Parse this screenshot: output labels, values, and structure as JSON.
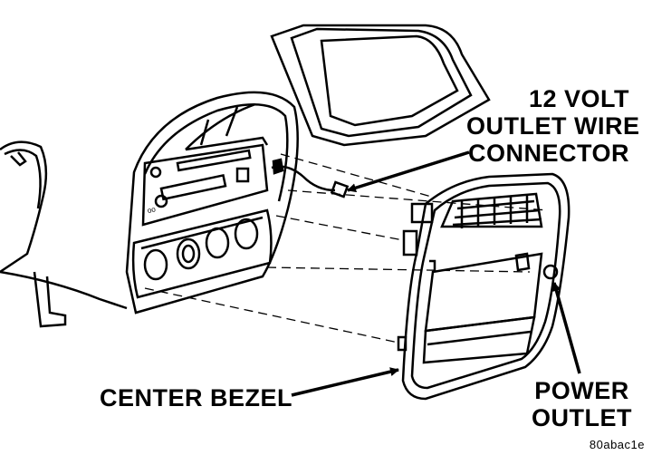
{
  "callouts": {
    "volt_line1": "12 VOLT",
    "volt_line2": "OUTLET WIRE",
    "volt_line3": "CONNECTOR",
    "bezel": "CENTER BEZEL",
    "outlet_line1": "POWER",
    "outlet_line2": "OUTLET"
  },
  "figure_id": "80abac1e",
  "colors": {
    "ink": "#000000",
    "paper": "#ffffff"
  }
}
